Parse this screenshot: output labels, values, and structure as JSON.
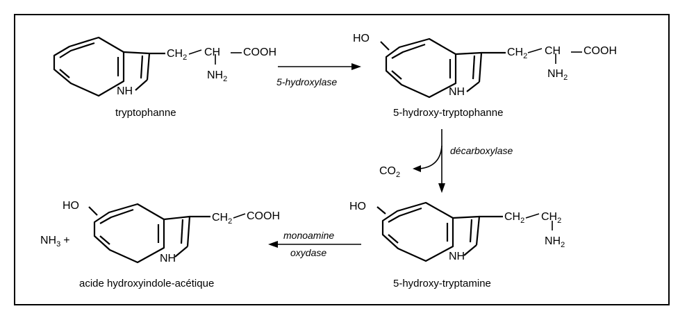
{
  "compounds": {
    "tryptophan": {
      "name": "tryptophanne",
      "chain_ch2": "CH",
      "chain_ch": "CH",
      "chain_cooh": "COOH",
      "nh2": "NH",
      "nh": "NH",
      "sub2": "2"
    },
    "hydroxy_tryptophan": {
      "name": "5-hydroxy-tryptophanne",
      "ho": "HO",
      "chain_ch2": "CH",
      "chain_ch": "CH",
      "chain_cooh": "COOH",
      "nh2": "NH",
      "nh": "NH",
      "sub2": "2"
    },
    "hydroxy_tryptamine": {
      "name": "5-hydroxy-tryptamine",
      "ho": "HO",
      "chain_ch2": "CH",
      "chain_ch2b": "CH",
      "nh2": "NH",
      "nh": "NH",
      "sub2": "2"
    },
    "hiaa": {
      "name": "acide hydroxyindole-acétique",
      "ho": "HO",
      "chain_ch2": "CH",
      "chain_cooh": "COOH",
      "nh": "NH",
      "sub2": "2"
    }
  },
  "enzymes": {
    "hydroxylase": "5-hydroxylase",
    "decarboxylase": "décarboxylase",
    "monoamine_line1": "monoamine",
    "monoamine_line2": "oxydase"
  },
  "byproducts": {
    "co2": "CO",
    "co2_sub": "2",
    "nh3": "NH",
    "nh3_sub": "3",
    "plus": "+"
  }
}
